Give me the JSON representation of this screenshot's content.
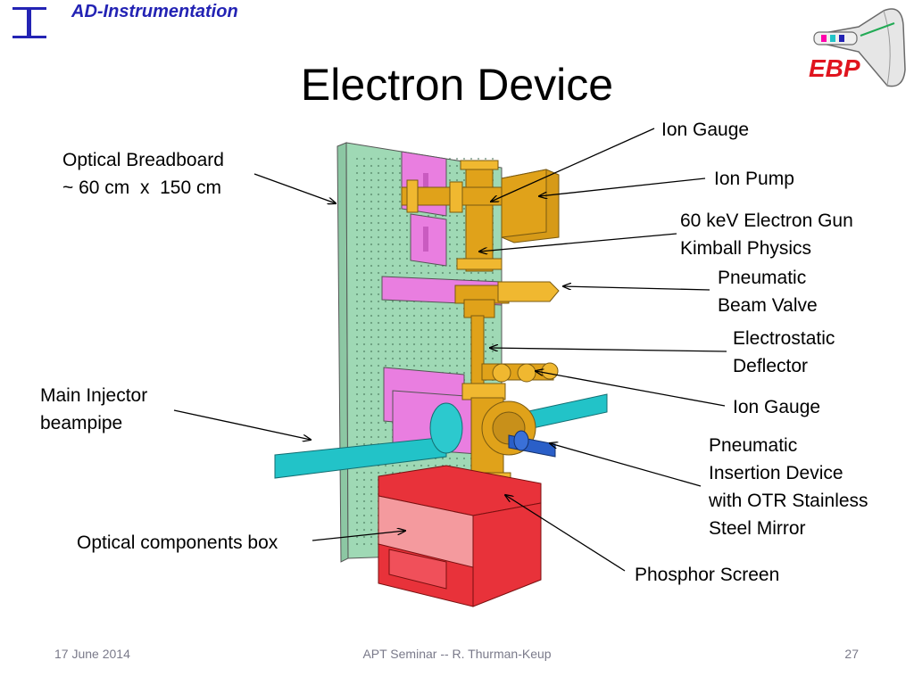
{
  "header": {
    "org_name": "AD-Instrumentation",
    "logo_text": "EBP"
  },
  "slide": {
    "title": "Electron Device"
  },
  "labels": {
    "ion_gauge_top": "Ion Gauge",
    "ion_pump": "Ion Pump",
    "electron_gun_line1": "60 keV Electron Gun",
    "electron_gun_line2": "Kimball Physics",
    "beam_valve_line1": "Pneumatic",
    "beam_valve_line2": "Beam Valve",
    "deflector_line1": "Electrostatic",
    "deflector_line2": "Deflector",
    "ion_gauge_bottom": "Ion Gauge",
    "insertion_line1": "Pneumatic",
    "insertion_line2": "Insertion Device",
    "insertion_line3": "with OTR Stainless",
    "insertion_line4": "Steel Mirror",
    "phosphor_screen": "Phosphor Screen",
    "breadboard_line1": "Optical Breadboard",
    "breadboard_line2": "~ 60 cm  x  150 cm",
    "injector_line1": "Main Injector",
    "injector_line2": "beampipe",
    "optical_box": "Optical components box"
  },
  "footer": {
    "date": "17 June 2014",
    "presenter": "APT Seminar -- R. Thurman-Keup",
    "page_number": "27"
  },
  "colors": {
    "header_blue": "#2323b4",
    "breadboard_green": "#9fd9b5",
    "mount_pink": "#e97ee0",
    "brass_gold": "#e0a21a",
    "beampipe_cyan": "#22c3c8",
    "box_red": "#e8323a",
    "box_pink": "#f49a9e",
    "logo_red": "#e0141e"
  }
}
